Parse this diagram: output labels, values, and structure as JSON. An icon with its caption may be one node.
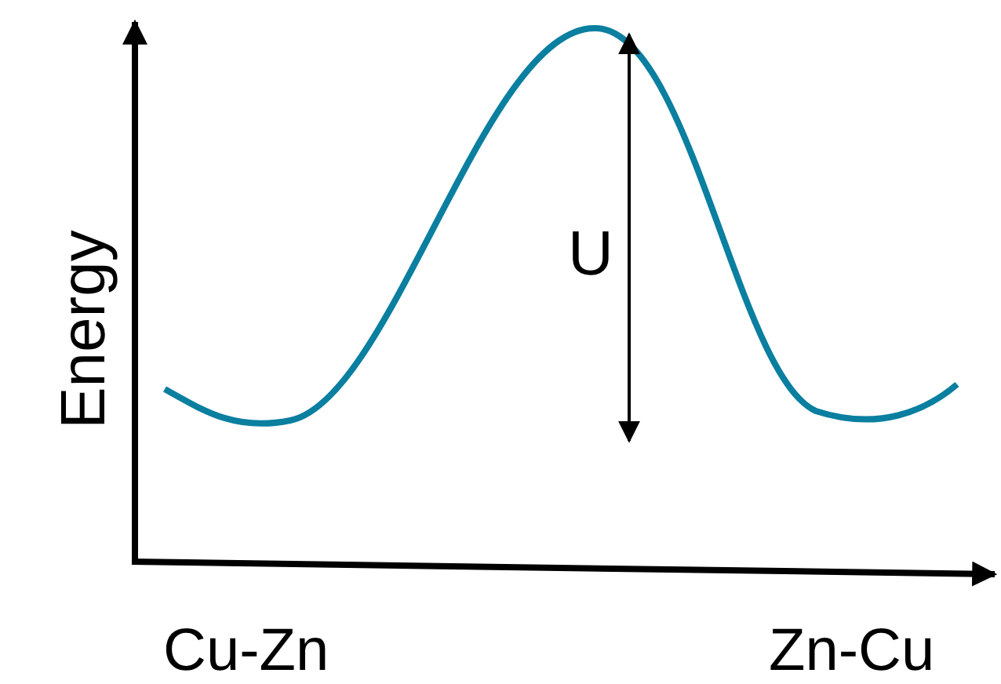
{
  "diagram": {
    "labels": [
      "Energy",
      "U",
      "Cu-Zn",
      "Zn-Cu"
    ]
  }
}
